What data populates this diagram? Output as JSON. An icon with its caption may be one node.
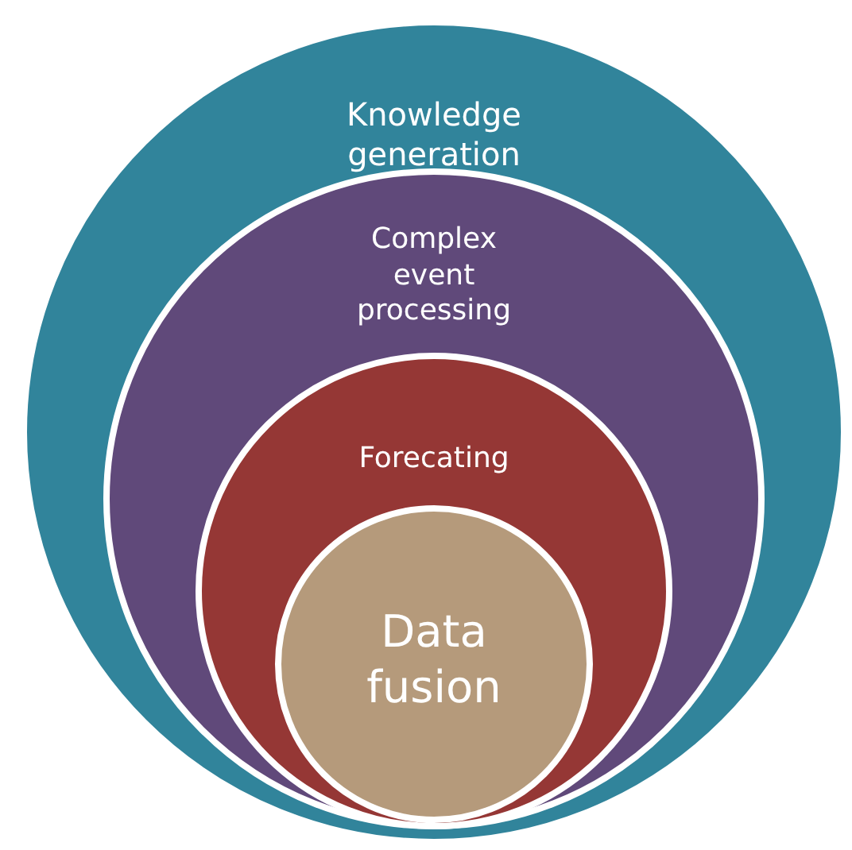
{
  "diagram": {
    "nodes": [
      {
        "text": [
          "Knowledge generation"
        ]
      },
      {
        "text": [
          "Complex event processing"
        ],
        "in": 0
      },
      {
        "text": [
          "Forecating"
        ],
        "in": 1
      },
      {
        "text": [
          "Data fusion"
        ],
        "in": 2
      }
    ]
  }
}
